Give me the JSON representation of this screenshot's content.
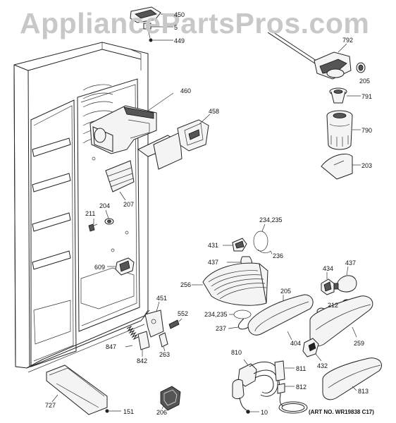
{
  "watermark": "AppliancePartsPros.com",
  "art_number": "(ART NO. WR19838 C17)",
  "callouts": [
    {
      "id": "450",
      "text": "450"
    },
    {
      "id": "5xx",
      "text": "5"
    },
    {
      "id": "449",
      "text": "449"
    },
    {
      "id": "792",
      "text": "792"
    },
    {
      "id": "205a",
      "text": "205"
    },
    {
      "id": "791",
      "text": "791"
    },
    {
      "id": "790",
      "text": "790"
    },
    {
      "id": "203",
      "text": "203"
    },
    {
      "id": "460",
      "text": "460"
    },
    {
      "id": "458",
      "text": "458"
    },
    {
      "id": "207",
      "text": "207"
    },
    {
      "id": "211",
      "text": "211"
    },
    {
      "id": "204",
      "text": "204"
    },
    {
      "id": "234_235a",
      "text": "234,235"
    },
    {
      "id": "431",
      "text": "431"
    },
    {
      "id": "236",
      "text": "236"
    },
    {
      "id": "437a",
      "text": "437"
    },
    {
      "id": "609",
      "text": "609"
    },
    {
      "id": "434",
      "text": "434"
    },
    {
      "id": "437b",
      "text": "437"
    },
    {
      "id": "256",
      "text": "256"
    },
    {
      "id": "205b",
      "text": "205"
    },
    {
      "id": "212",
      "text": "212"
    },
    {
      "id": "451",
      "text": "451"
    },
    {
      "id": "552",
      "text": "552"
    },
    {
      "id": "234_235b",
      "text": "234,235"
    },
    {
      "id": "237",
      "text": "237"
    },
    {
      "id": "404",
      "text": "404"
    },
    {
      "id": "259",
      "text": "259"
    },
    {
      "id": "847",
      "text": "847"
    },
    {
      "id": "842",
      "text": "842"
    },
    {
      "id": "263",
      "text": "263"
    },
    {
      "id": "810",
      "text": "810"
    },
    {
      "id": "811",
      "text": "811"
    },
    {
      "id": "432",
      "text": "432"
    },
    {
      "id": "812",
      "text": "812"
    },
    {
      "id": "813",
      "text": "813"
    },
    {
      "id": "727",
      "text": "727"
    },
    {
      "id": "151",
      "text": "151"
    },
    {
      "id": "206",
      "text": "206"
    },
    {
      "id": "10",
      "text": "10"
    }
  ]
}
